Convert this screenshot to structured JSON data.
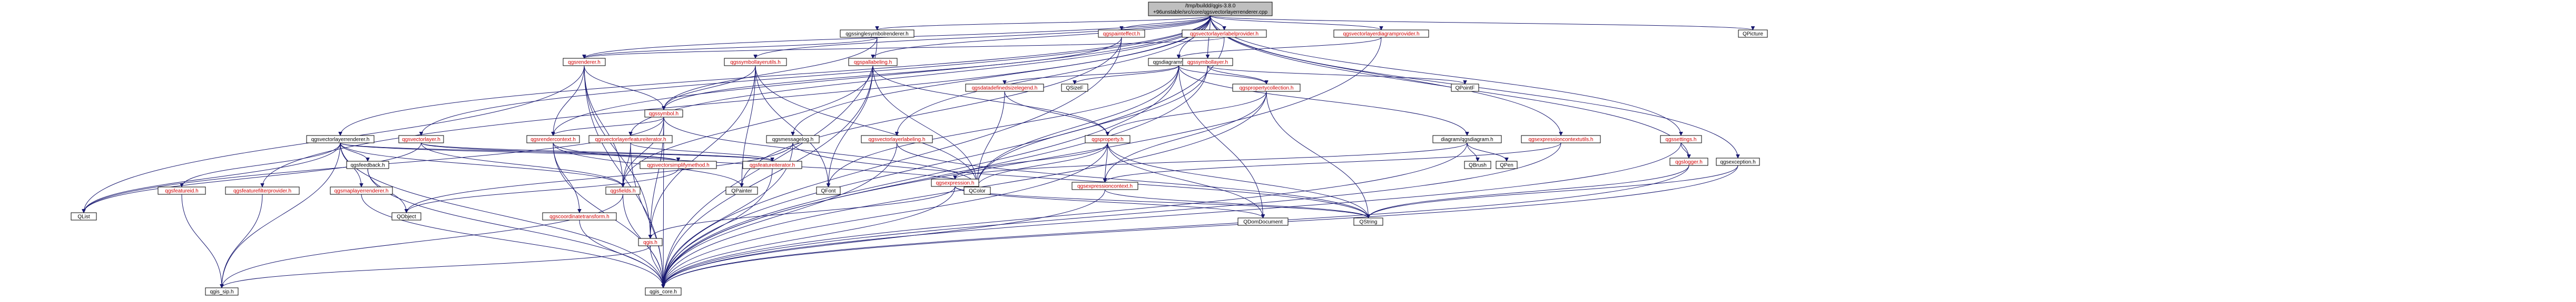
{
  "diagram": {
    "nodes": [
      {
        "id": "root",
        "label": "/tmp/buildd/qgis-3.8.0\n+96unstable/src/core/qgsvectorlayerrenderer.cpp",
        "style": "root",
        "color": "black"
      },
      {
        "id": "qgsvectorlayerrenderer",
        "label": "qgsvectorlayerrenderer.h",
        "style": "white",
        "color": "black"
      },
      {
        "id": "qgsvectorlayer",
        "label": "qgsvectorlayer.h",
        "style": "white",
        "color": "red"
      },
      {
        "id": "qgsrendercontext",
        "label": "qgsrendercontext.h",
        "style": "white",
        "color": "red"
      },
      {
        "id": "qgsvectorlayerfeatureiterator",
        "label": "qgsvectorlayerfeatureiterator.h",
        "style": "white",
        "color": "red"
      },
      {
        "id": "qgssinglesymbolrenderer",
        "label": "qgssinglesymbolrenderer.h",
        "style": "white",
        "color": "black"
      },
      {
        "id": "qgsrenderer",
        "label": "qgsrenderer.h",
        "style": "white",
        "color": "red"
      },
      {
        "id": "qgssymbollayerutils",
        "label": "qgssymbollayerutils.h",
        "style": "white",
        "color": "red"
      },
      {
        "id": "qgspallabeling",
        "label": "qgspallabeling.h",
        "style": "white",
        "color": "red"
      },
      {
        "id": "qgspainteffect",
        "label": "qgspainteffect.h",
        "style": "white",
        "color": "red"
      },
      {
        "id": "qgsdiagramrenderer",
        "label": "qgsdiagramrenderer.h",
        "style": "white",
        "color": "black"
      },
      {
        "id": "qgsvectorlayerlabelprovider",
        "label": "qgsvectorlayerlabelprovider.h",
        "style": "white",
        "color": "red"
      },
      {
        "id": "qgsvectorlayerdiagramprovider",
        "label": "qgsvectorlayerdiagramprovider.h",
        "style": "white",
        "color": "red"
      },
      {
        "id": "qgssymbollayer",
        "label": "qgssymbollayer.h",
        "style": "white",
        "color": "red"
      },
      {
        "id": "qgsdatadefinedsizelegend",
        "label": "qgsdatadefinedsizelegend.h",
        "style": "white",
        "color": "red"
      },
      {
        "id": "qgspropertycollection",
        "label": "qgspropertycollection.h",
        "style": "white",
        "color": "red"
      },
      {
        "id": "qgssymbol",
        "label": "qgssymbol.h",
        "style": "white",
        "color": "red"
      },
      {
        "id": "qgsproperty",
        "label": "qgsproperty.h",
        "style": "white",
        "color": "red"
      },
      {
        "id": "diagram_qgsdiagram",
        "label": "diagram/qgsdiagram.h",
        "style": "white",
        "color": "black"
      },
      {
        "id": "qgsexpressioncontextutils",
        "label": "qgsexpressioncontextutils.h",
        "style": "white",
        "color": "red"
      },
      {
        "id": "qgssettings",
        "label": "qgssettings.h",
        "style": "white",
        "color": "red"
      },
      {
        "id": "qgslogger",
        "label": "qgslogger.h",
        "style": "white",
        "color": "red"
      },
      {
        "id": "qgsexception",
        "label": "qgsexception.h",
        "style": "white",
        "color": "black"
      },
      {
        "id": "qgsvectorsimplifymethod",
        "label": "qgsvectorsimplifymethod.h",
        "style": "white",
        "color": "red"
      },
      {
        "id": "qgsfeatureiterator",
        "label": "qgsfeatureiterator.h",
        "style": "white",
        "color": "red"
      },
      {
        "id": "qgsfields",
        "label": "qgsfields.h",
        "style": "white",
        "color": "red"
      },
      {
        "id": "qgsmessagelog",
        "label": "qgsmessagelog.h",
        "style": "white",
        "color": "black"
      },
      {
        "id": "qgsvectorlayerlabeling",
        "label": "qgsvectorlayerlabeling.h",
        "style": "white",
        "color": "red"
      },
      {
        "id": "qgsexpression",
        "label": "qgsexpression.h",
        "style": "white",
        "color": "red"
      },
      {
        "id": "qgsexpressioncontext",
        "label": "qgsexpressioncontext.h",
        "style": "white",
        "color": "red"
      },
      {
        "id": "qgsfeedback",
        "label": "qgsfeedback.h",
        "style": "white",
        "color": "black"
      },
      {
        "id": "qgsfeatured",
        "label": "qgsfeatureid.h",
        "style": "white",
        "color": "red"
      },
      {
        "id": "qgsfeaturefilterprovider",
        "label": "qgsfeaturefilterprovider.h",
        "style": "white",
        "color": "red"
      },
      {
        "id": "qgsmaplayerrenderer",
        "label": "qgsmaplayerrenderer.h",
        "style": "white",
        "color": "red"
      },
      {
        "id": "qgscoordinatetransform",
        "label": "qgscoordinatetransform.h",
        "style": "white",
        "color": "red"
      },
      {
        "id": "qgis",
        "label": "qgis.h",
        "style": "white",
        "color": "red"
      },
      {
        "id": "qgis_sip",
        "label": "qgis_sip.h",
        "style": "white",
        "color": "black"
      },
      {
        "id": "qgis_core",
        "label": "qgis_core.h",
        "style": "white",
        "color": "black"
      },
      {
        "id": "QList",
        "label": "QList",
        "style": "white",
        "color": "black"
      },
      {
        "id": "QObject",
        "label": "QObject",
        "style": "white",
        "color": "black"
      },
      {
        "id": "QPainter",
        "label": "QPainter",
        "style": "white",
        "color": "black"
      },
      {
        "id": "QFont",
        "label": "QFont",
        "style": "white",
        "color": "black"
      },
      {
        "id": "QColor",
        "label": "QColor",
        "style": "white",
        "color": "black"
      },
      {
        "id": "QString",
        "label": "QString",
        "style": "white",
        "color": "black"
      },
      {
        "id": "QDomDocument",
        "label": "QDomDocument",
        "style": "white",
        "color": "black"
      },
      {
        "id": "QSizeF",
        "label": "QSizeF",
        "style": "white",
        "color": "black"
      },
      {
        "id": "QPointF",
        "label": "QPointF",
        "style": "white",
        "color": "black"
      },
      {
        "id": "QBrush",
        "label": "QBrush",
        "style": "white",
        "color": "black"
      },
      {
        "id": "QPen",
        "label": "QPen",
        "style": "white",
        "color": "black"
      },
      {
        "id": "QPicture",
        "label": "QPicture",
        "style": "white",
        "color": "black"
      }
    ],
    "edges": [
      [
        "root",
        "qgsvectorlayerrenderer"
      ],
      [
        "root",
        "qgsvectorlayer"
      ],
      [
        "root",
        "qgsrendercontext"
      ],
      [
        "root",
        "qgsvectorlayerfeatureiterator"
      ],
      [
        "root",
        "qgssinglesymbolrenderer"
      ],
      [
        "root",
        "qgsrenderer"
      ],
      [
        "root",
        "qgssymbollayerutils"
      ],
      [
        "root",
        "qgspallabeling"
      ],
      [
        "root",
        "qgspainteffect"
      ],
      [
        "root",
        "qgsdiagramrenderer"
      ],
      [
        "root",
        "qgsvectorlayerlabelprovider"
      ],
      [
        "root",
        "qgsvectorlayerdiagramprovider"
      ],
      [
        "root",
        "qgssymbollayer"
      ],
      [
        "root",
        "qgssettings"
      ],
      [
        "root",
        "qgslogger"
      ],
      [
        "root",
        "qgsexception"
      ],
      [
        "root",
        "qgsmessagelog"
      ],
      [
        "root",
        "qgsexpressioncontextutils"
      ],
      [
        "root",
        "qgsvectorlayerlabeling"
      ],
      [
        "root",
        "QPicture"
      ],
      [
        "root",
        "qgsfeaturefilterprovider"
      ],
      [
        "qgsvectorlayerrenderer",
        "qgsvectorsimplifymethod"
      ],
      [
        "qgsvectorlayerrenderer",
        "qgsfeatureiterator"
      ],
      [
        "qgsvectorlayerrenderer",
        "qgsfeedback"
      ],
      [
        "qgsvectorlayerrenderer",
        "qgsfeatured"
      ],
      [
        "qgsvectorlayerrenderer",
        "qgsmaplayerrenderer"
      ],
      [
        "qgsvectorlayerrenderer",
        "qgsfields"
      ],
      [
        "qgsvectorlayerrenderer",
        "QList"
      ],
      [
        "qgsvectorlayerrenderer",
        "qgis_sip"
      ],
      [
        "qgsvectorlayerrenderer",
        "qgis_core"
      ],
      [
        "qgsvectorlayer",
        "qgsfields"
      ],
      [
        "qgsvectorlayer",
        "qgsfeatureiterator"
      ],
      [
        "qgsvectorlayer",
        "qgsvectorsimplifymethod"
      ],
      [
        "qgsvectorlayer",
        "QList"
      ],
      [
        "qgsrendercontext",
        "qgscoordinatetransform"
      ],
      [
        "qgsrendercontext",
        "QColor"
      ],
      [
        "qgsrendercontext",
        "QPainter"
      ],
      [
        "qgsrendercontext",
        "qgis_core"
      ],
      [
        "qgsvectorlayerfeatureiterator",
        "qgsfeatureiterator"
      ],
      [
        "qgsvectorlayerfeatureiterator",
        "qgsfields"
      ],
      [
        "qgsvectorlayerfeatureiterator",
        "qgis_core"
      ],
      [
        "qgssinglesymbolrenderer",
        "qgsrenderer"
      ],
      [
        "qgssinglesymbolrenderer",
        "qgssymbol"
      ],
      [
        "qgssinglesymbolrenderer",
        "qgis_core"
      ],
      [
        "qgsrenderer",
        "qgssymbol"
      ],
      [
        "qgsrenderer",
        "qgsfields"
      ],
      [
        "qgsrenderer",
        "qgsrendercontext"
      ],
      [
        "qgsrenderer",
        "qgis"
      ],
      [
        "qgsrenderer",
        "QList"
      ],
      [
        "qgsrenderer",
        "qgis_core"
      ],
      [
        "qgssymbollayerutils",
        "qgssymbol"
      ],
      [
        "qgssymbollayerutils",
        "QColor"
      ],
      [
        "qgssymbollayerutils",
        "QFont"
      ],
      [
        "qgssymbollayerutils",
        "QPainter"
      ],
      [
        "qgssymbollayerutils",
        "qgis"
      ],
      [
        "qgspallabeling",
        "qgsproperty"
      ],
      [
        "qgspallabeling",
        "QFont"
      ],
      [
        "qgspallabeling",
        "QColor"
      ],
      [
        "qgspallabeling",
        "qgsfields"
      ],
      [
        "qgspallabeling",
        "qgis_core"
      ],
      [
        "qgspainteffect",
        "qgssymbol"
      ],
      [
        "qgspainteffect",
        "QPainter"
      ],
      [
        "qgspainteffect",
        "qgis_core"
      ],
      [
        "qgsdiagramrenderer",
        "diagram_qgsdiagram"
      ],
      [
        "qgsdiagramrenderer",
        "qgsdatadefinedsizelegend"
      ],
      [
        "qgsdiagramrenderer",
        "qgspropertycollection"
      ],
      [
        "qgsdiagramrenderer",
        "QSizeF"
      ],
      [
        "qgsdiagramrenderer",
        "QColor"
      ],
      [
        "qgsdiagramrenderer",
        "QFont"
      ],
      [
        "qgsdiagramrenderer",
        "QDomDocument"
      ],
      [
        "qgsdiagramrenderer",
        "qgis_core"
      ],
      [
        "qgsvectorlayerlabelprovider",
        "qgsrenderer"
      ],
      [
        "qgsvectorlayerlabelprovider",
        "qgis_core"
      ],
      [
        "qgsvectorlayerdiagramprovider",
        "qgsdiagramrenderer"
      ],
      [
        "qgsvectorlayerdiagramprovider",
        "qgis_core"
      ],
      [
        "qgssymbollayer",
        "qgspropertycollection"
      ],
      [
        "qgssymbollayer",
        "QPointF"
      ],
      [
        "qgssymbollayer",
        "QColor"
      ],
      [
        "qgssymbollayer",
        "qgis_core"
      ],
      [
        "qgsdatadefinedsizelegend",
        "qgsproperty"
      ],
      [
        "qgsdatadefinedsizelegend",
        "QColor"
      ],
      [
        "qgspropertycollection",
        "qgsproperty"
      ],
      [
        "qgspropertycollection",
        "qgsexpressioncontext"
      ],
      [
        "qgspropertycollection",
        "QString"
      ],
      [
        "qgspropertycollection",
        "qgis_core"
      ],
      [
        "qgssymbol",
        "qgsrendercontext"
      ],
      [
        "qgssymbol",
        "qgsfields"
      ],
      [
        "qgssymbol",
        "QColor"
      ],
      [
        "qgssymbol",
        "QList"
      ],
      [
        "qgssymbol",
        "qgis"
      ],
      [
        "qgssymbol",
        "qgis_core"
      ],
      [
        "qgsproperty",
        "qgsexpression"
      ],
      [
        "qgsproperty",
        "qgsexpressioncontext"
      ],
      [
        "qgsproperty",
        "QColor"
      ],
      [
        "qgsproperty",
        "QString"
      ],
      [
        "qgsproperty",
        "QDomDocument"
      ],
      [
        "qgsproperty",
        "qgis_core"
      ],
      [
        "diagram_qgsdiagram",
        "QBrush"
      ],
      [
        "diagram_qgsdiagram",
        "QPen"
      ],
      [
        "diagram_qgsdiagram",
        "qgsexpression"
      ],
      [
        "diagram_qgsdiagram",
        "qgis_core"
      ],
      [
        "qgsexpressioncontextutils",
        "qgsexpressioncontext"
      ],
      [
        "qgsexpressioncontextutils",
        "qgis_core"
      ],
      [
        "qgssettings",
        "qgslogger"
      ],
      [
        "qgssettings",
        "qgis_core"
      ],
      [
        "qgslogger",
        "QString"
      ],
      [
        "qgslogger",
        "qgis_core"
      ],
      [
        "qgsexception",
        "QString"
      ],
      [
        "qgsexception",
        "qgis_core"
      ],
      [
        "qgsfeatureiterator",
        "qgis_core"
      ],
      [
        "qgsfields",
        "qgis_core"
      ],
      [
        "qgsfields",
        "qgis_sip"
      ],
      [
        "qgsmessagelog",
        "QObject"
      ],
      [
        "qgsmessagelog",
        "qgis_core"
      ],
      [
        "qgsmessagelog",
        "QString"
      ],
      [
        "qgsvectorlayerlabeling",
        "QString"
      ],
      [
        "qgsvectorlayerlabeling",
        "qgis_core"
      ],
      [
        "qgsexpression",
        "qgis"
      ],
      [
        "qgsexpression",
        "QString"
      ],
      [
        "qgsexpression",
        "QDomDocument"
      ],
      [
        "qgsexpression",
        "qgis_core"
      ],
      [
        "qgsexpressioncontext",
        "QString"
      ],
      [
        "qgsexpressioncontext",
        "qgis_core"
      ],
      [
        "qgsfeedback",
        "QObject"
      ],
      [
        "qgsfeedback",
        "qgis_core"
      ],
      [
        "qgsfeatured",
        "qgis_sip"
      ],
      [
        "qgsfeaturefilterprovider",
        "qgis_sip"
      ],
      [
        "qgsmaplayerrenderer",
        "qgis_core"
      ],
      [
        "qgscoordinatetransform",
        "qgis_core"
      ],
      [
        "qgis",
        "qgis_core"
      ],
      [
        "qgis",
        "qgis_sip"
      ],
      [
        "qgsvectorsimplifymethod",
        "QObject"
      ]
    ]
  }
}
